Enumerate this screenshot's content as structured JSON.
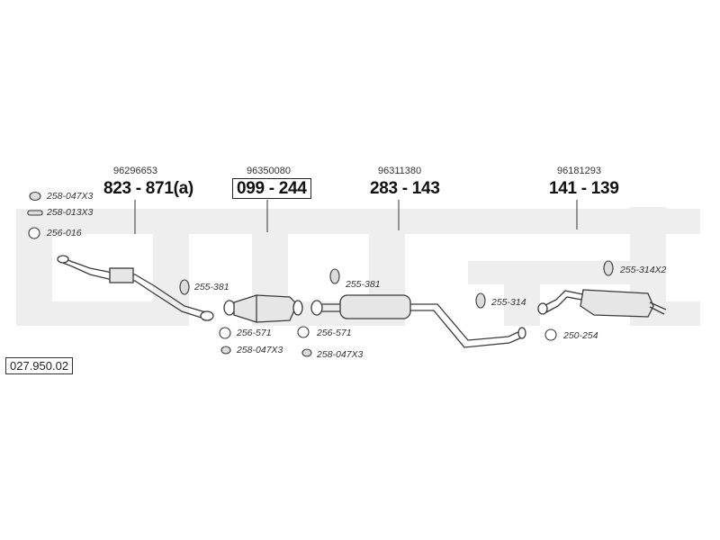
{
  "diagram_number": "027.950.02",
  "sections": [
    {
      "ref": "96296653",
      "code": "823 - 871(a)",
      "boxed": false
    },
    {
      "ref": "96350080",
      "code": "099 - 244",
      "boxed": true
    },
    {
      "ref": "96311380",
      "code": "283 - 143",
      "boxed": false
    },
    {
      "ref": "96181293",
      "code": "141 - 139",
      "boxed": false
    }
  ],
  "parts": {
    "p258_047x3_a": "258-047X3",
    "p258_013x3": "258-013X3",
    "p256_016": "256-016",
    "p255_381_a": "255-381",
    "p256_571_a": "256-571",
    "p258_047x3_b": "258-047X3",
    "p255_381_b": "255-381",
    "p256_571_b": "256-571",
    "p258_047x3_c": "258-047X3",
    "p255_314": "255-314",
    "p250_254": "250-254",
    "p255_314x2": "255-314X2"
  },
  "colors": {
    "line": "#3a3a3a",
    "part_fill": "#e4e4e4",
    "watermark": "#ececec"
  }
}
